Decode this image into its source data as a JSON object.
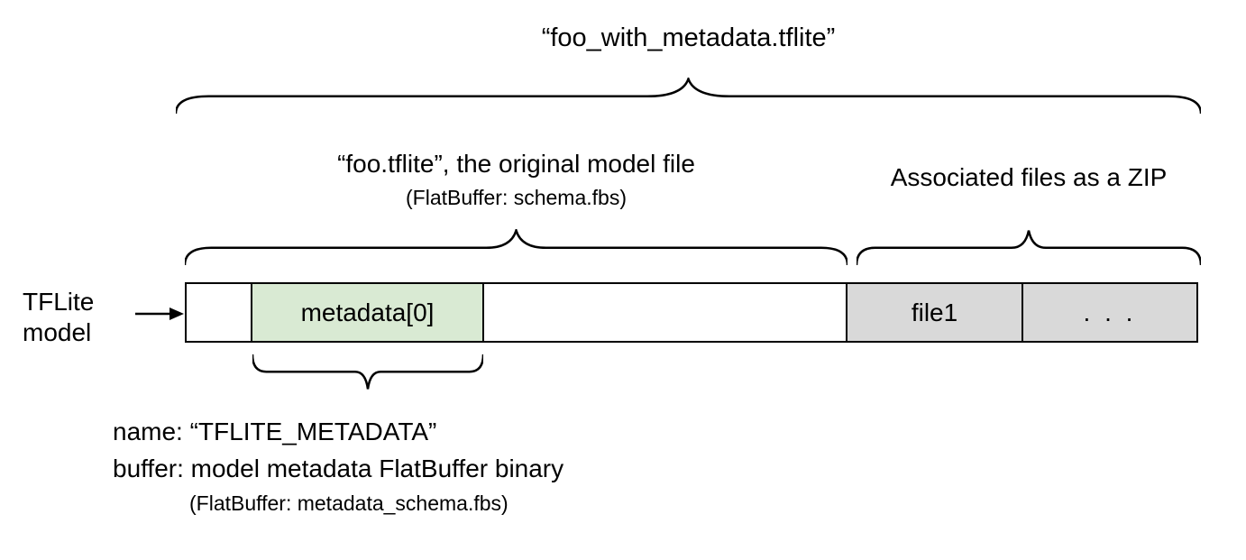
{
  "diagram": {
    "title": "“foo_with_metadata.tflite”",
    "model_file": {
      "label": "“foo.tflite”, the original model file",
      "sublabel": "(FlatBuffer: schema.fbs)"
    },
    "associated_files": {
      "label": "Associated files as a ZIP"
    },
    "pointer": {
      "line1": "TFLite",
      "line2": "model"
    },
    "segments": {
      "metadata": "metadata[0]",
      "file1": "file1",
      "more_files": ". . ."
    },
    "metadata_note": {
      "line1": "name: “TFLITE_METADATA”",
      "line2": "buffer: model metadata FlatBuffer binary",
      "line3": "(FlatBuffer: metadata_schema.fbs)"
    },
    "colors": {
      "metadata_fill": "#d9ead3",
      "associated_fill": "#d9d9d9",
      "stroke": "#000000",
      "background": "#ffffff"
    }
  }
}
